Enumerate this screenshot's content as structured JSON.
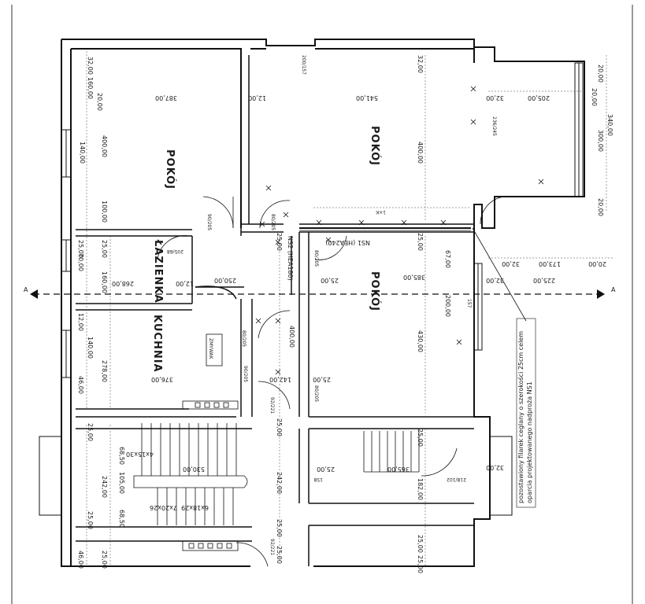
{
  "rooms": {
    "pokoj_top_left": "POKÓJ",
    "pokoj_top_center": "POKÓJ",
    "pokoj_middle": "POKÓJ",
    "lazienka": "ŁAZIENKA",
    "kuchnia": "KUCHNIA"
  },
  "section_marks": {
    "left": "A",
    "right": "A"
  },
  "beams": {
    "ns1": "NS1 (HEA240)",
    "ns2": "NS2 (HEA180)",
    "lintel": "1×K"
  },
  "note": {
    "line1": "pozostawiony filarek ceglany o szerokości 25cm celem",
    "line2": "oparcia projektowanego nadproża NS1"
  },
  "stairs": {
    "upper": "4x15x30",
    "lower_a": "6x18x29",
    "lower_b": "7x20x26"
  },
  "kitchen_fixture": "ZMYWAK",
  "dims": {
    "d_32_top": "32,00",
    "d_160": "160,00",
    "d_20_left": "20,00",
    "d_400_left": "400,00",
    "d_140_win": "140,00",
    "d_100": "100,00",
    "d_387": "387,00",
    "d_12_top": "12,00",
    "d_541": "541,00",
    "d_400_center": "400,00",
    "d_32_right_top": "32,00",
    "d_32_right": "32,00",
    "d_205": "205,00",
    "d_20_r1": "20,00",
    "d_20_r2": "20,00",
    "d_300": "300,00",
    "d_340": "340,00",
    "d_20_r3": "20,00",
    "d_25_a": "25,00",
    "d_70": "70,00",
    "d_25_b": "25,00",
    "d_160_b": "160,00",
    "d_268": "268,00",
    "d_12_mid": "12,00",
    "d_250": "250,00",
    "d_25_mid": "25,00",
    "d_385": "385,00",
    "d_32_c": "32,00",
    "d_225": "225,00",
    "d_25_ns2": "25,00",
    "d_25_ns1": "25,00",
    "d_67": "67,00",
    "d_200": "200,00",
    "d_32_r4": "32,00",
    "d_173": "173,00",
    "d_20_r4": "20,00",
    "d_12_k": "12,00",
    "d_140_k": "140,00",
    "d_46": "46,00",
    "d_278": "278,00",
    "d_376": "376,00",
    "d_400_mid": "400,00",
    "d_430": "430,00",
    "d_142": "142,00",
    "d_25_p": "25,00",
    "d_25_s": "25,00",
    "d_25_v": "25,00",
    "d_25_c1": "25,00",
    "d_68_a": "68,50",
    "d_105": "105,00",
    "d_68_b": "68,50",
    "d_242_a": "242,00",
    "d_25_c2": "25,00",
    "d_530": "530,00",
    "d_25_c3": "25,00",
    "d_365": "365,00",
    "d_182": "182,00",
    "d_242_b": "242,00",
    "d_32_d": "32,00",
    "d_25_c4": "25,00",
    "d_46_b": "46,00",
    "d_25_c5": "25,00",
    "d_25_c6": "25,00",
    "d_25_c7": "25,00",
    "d_25_c8": "25,00"
  },
  "openings": {
    "o_200_157": "200/157",
    "o_236_245": "236/245",
    "o_90_205": "90/205",
    "o_80_205_a": "80/205",
    "o_80_205_b": "80/205",
    "o_80_205_c": "80/205",
    "o_80_205_d": "80/205",
    "o_90_205_b": "90/205",
    "o_92_221": "92/221",
    "o_92_221_b": "92/221",
    "o_157": "157",
    "o_158": "158",
    "o_218_102": "218/102",
    "o_205_68": "205/68"
  }
}
